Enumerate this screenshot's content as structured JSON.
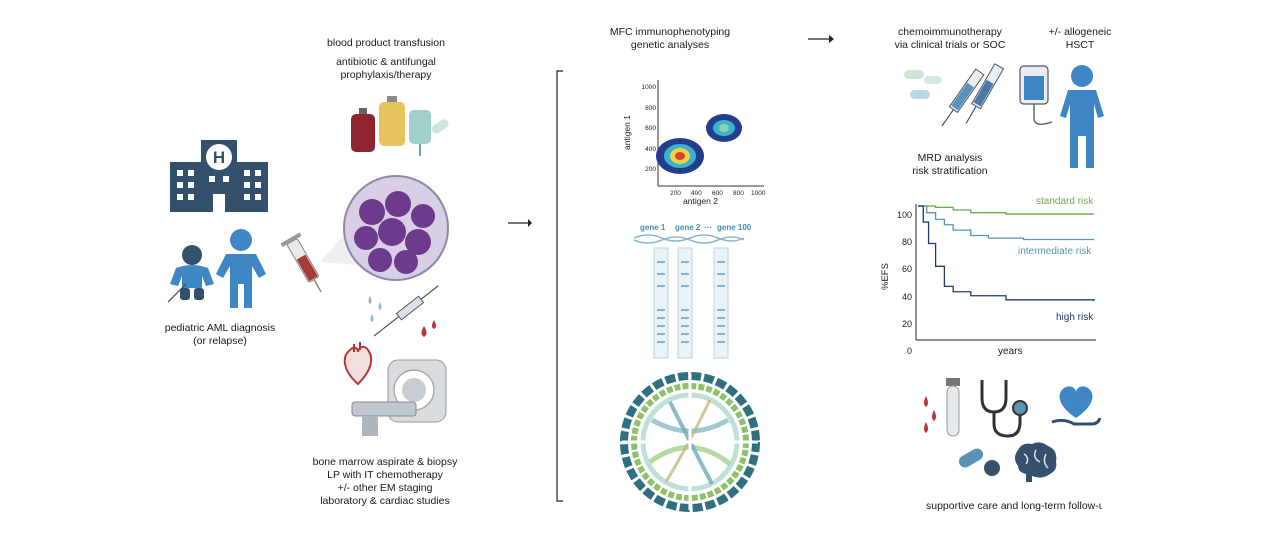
{
  "left": {
    "diagnosis": [
      "pediatric AML diagnosis",
      "(or relapse)"
    ]
  },
  "workup": {
    "transfusion": "blood product transfusion",
    "prophylaxis": [
      "antibiotic & antifungal",
      "prophylaxis/therapy"
    ],
    "procedures": [
      "bone marrow aspirate & biopsy",
      "LP with IT chemotherapy",
      "+/- other EM staging",
      "laboratory & cardiac studies"
    ]
  },
  "analysis": {
    "title": [
      "MFC immunophenotyping",
      "genetic analyses"
    ],
    "flow_ylabel": "antigen 1",
    "flow_xlabel": "antigen 2",
    "flow_yticks": [
      "1000",
      "800",
      "600",
      "400",
      "200"
    ],
    "flow_xticks": [
      "200",
      "400",
      "600",
      "800",
      "1000"
    ],
    "genes": [
      "gene 1",
      "gene 2",
      "···",
      "gene 100"
    ]
  },
  "therapy": {
    "chemo": [
      "chemoimmunotherapy",
      "via clinical trials or SOC"
    ],
    "hsct": [
      "+/- allogeneic",
      "HSCT"
    ],
    "mrd": [
      "MRD analysis",
      "risk stratification"
    ],
    "supportive": "supportive care and long-term follow-u"
  },
  "chart_data": {
    "type": "line",
    "title": "",
    "xlabel": "years",
    "ylabel": "%EFS",
    "ylim": [
      0,
      100
    ],
    "yticks": [
      "100",
      "80",
      "60",
      "40",
      "20",
      "0"
    ],
    "series": [
      {
        "name": "standard risk",
        "color": "#6ea84b",
        "x": [
          0,
          1,
          2,
          3,
          5,
          7,
          10
        ],
        "y": [
          100,
          99,
          97,
          95,
          94,
          94,
          94
        ]
      },
      {
        "name": "intermediate risk",
        "color": "#5b93b8",
        "x": [
          0,
          0.5,
          1,
          1.5,
          2,
          3,
          4,
          6,
          10
        ],
        "y": [
          100,
          95,
          90,
          86,
          82,
          78,
          76,
          75,
          75
        ]
      },
      {
        "name": "high risk",
        "color": "#1f3c67",
        "x": [
          0,
          0.3,
          0.6,
          1,
          1.5,
          2,
          3,
          5,
          10
        ],
        "y": [
          100,
          88,
          72,
          55,
          40,
          36,
          33,
          30,
          29
        ]
      }
    ]
  },
  "colors": {
    "navy": "#34506d",
    "blue": "#3e86c4",
    "blood": "#a53b3b",
    "purple": "#6e3b8c",
    "teal": "#5aa7a9"
  }
}
